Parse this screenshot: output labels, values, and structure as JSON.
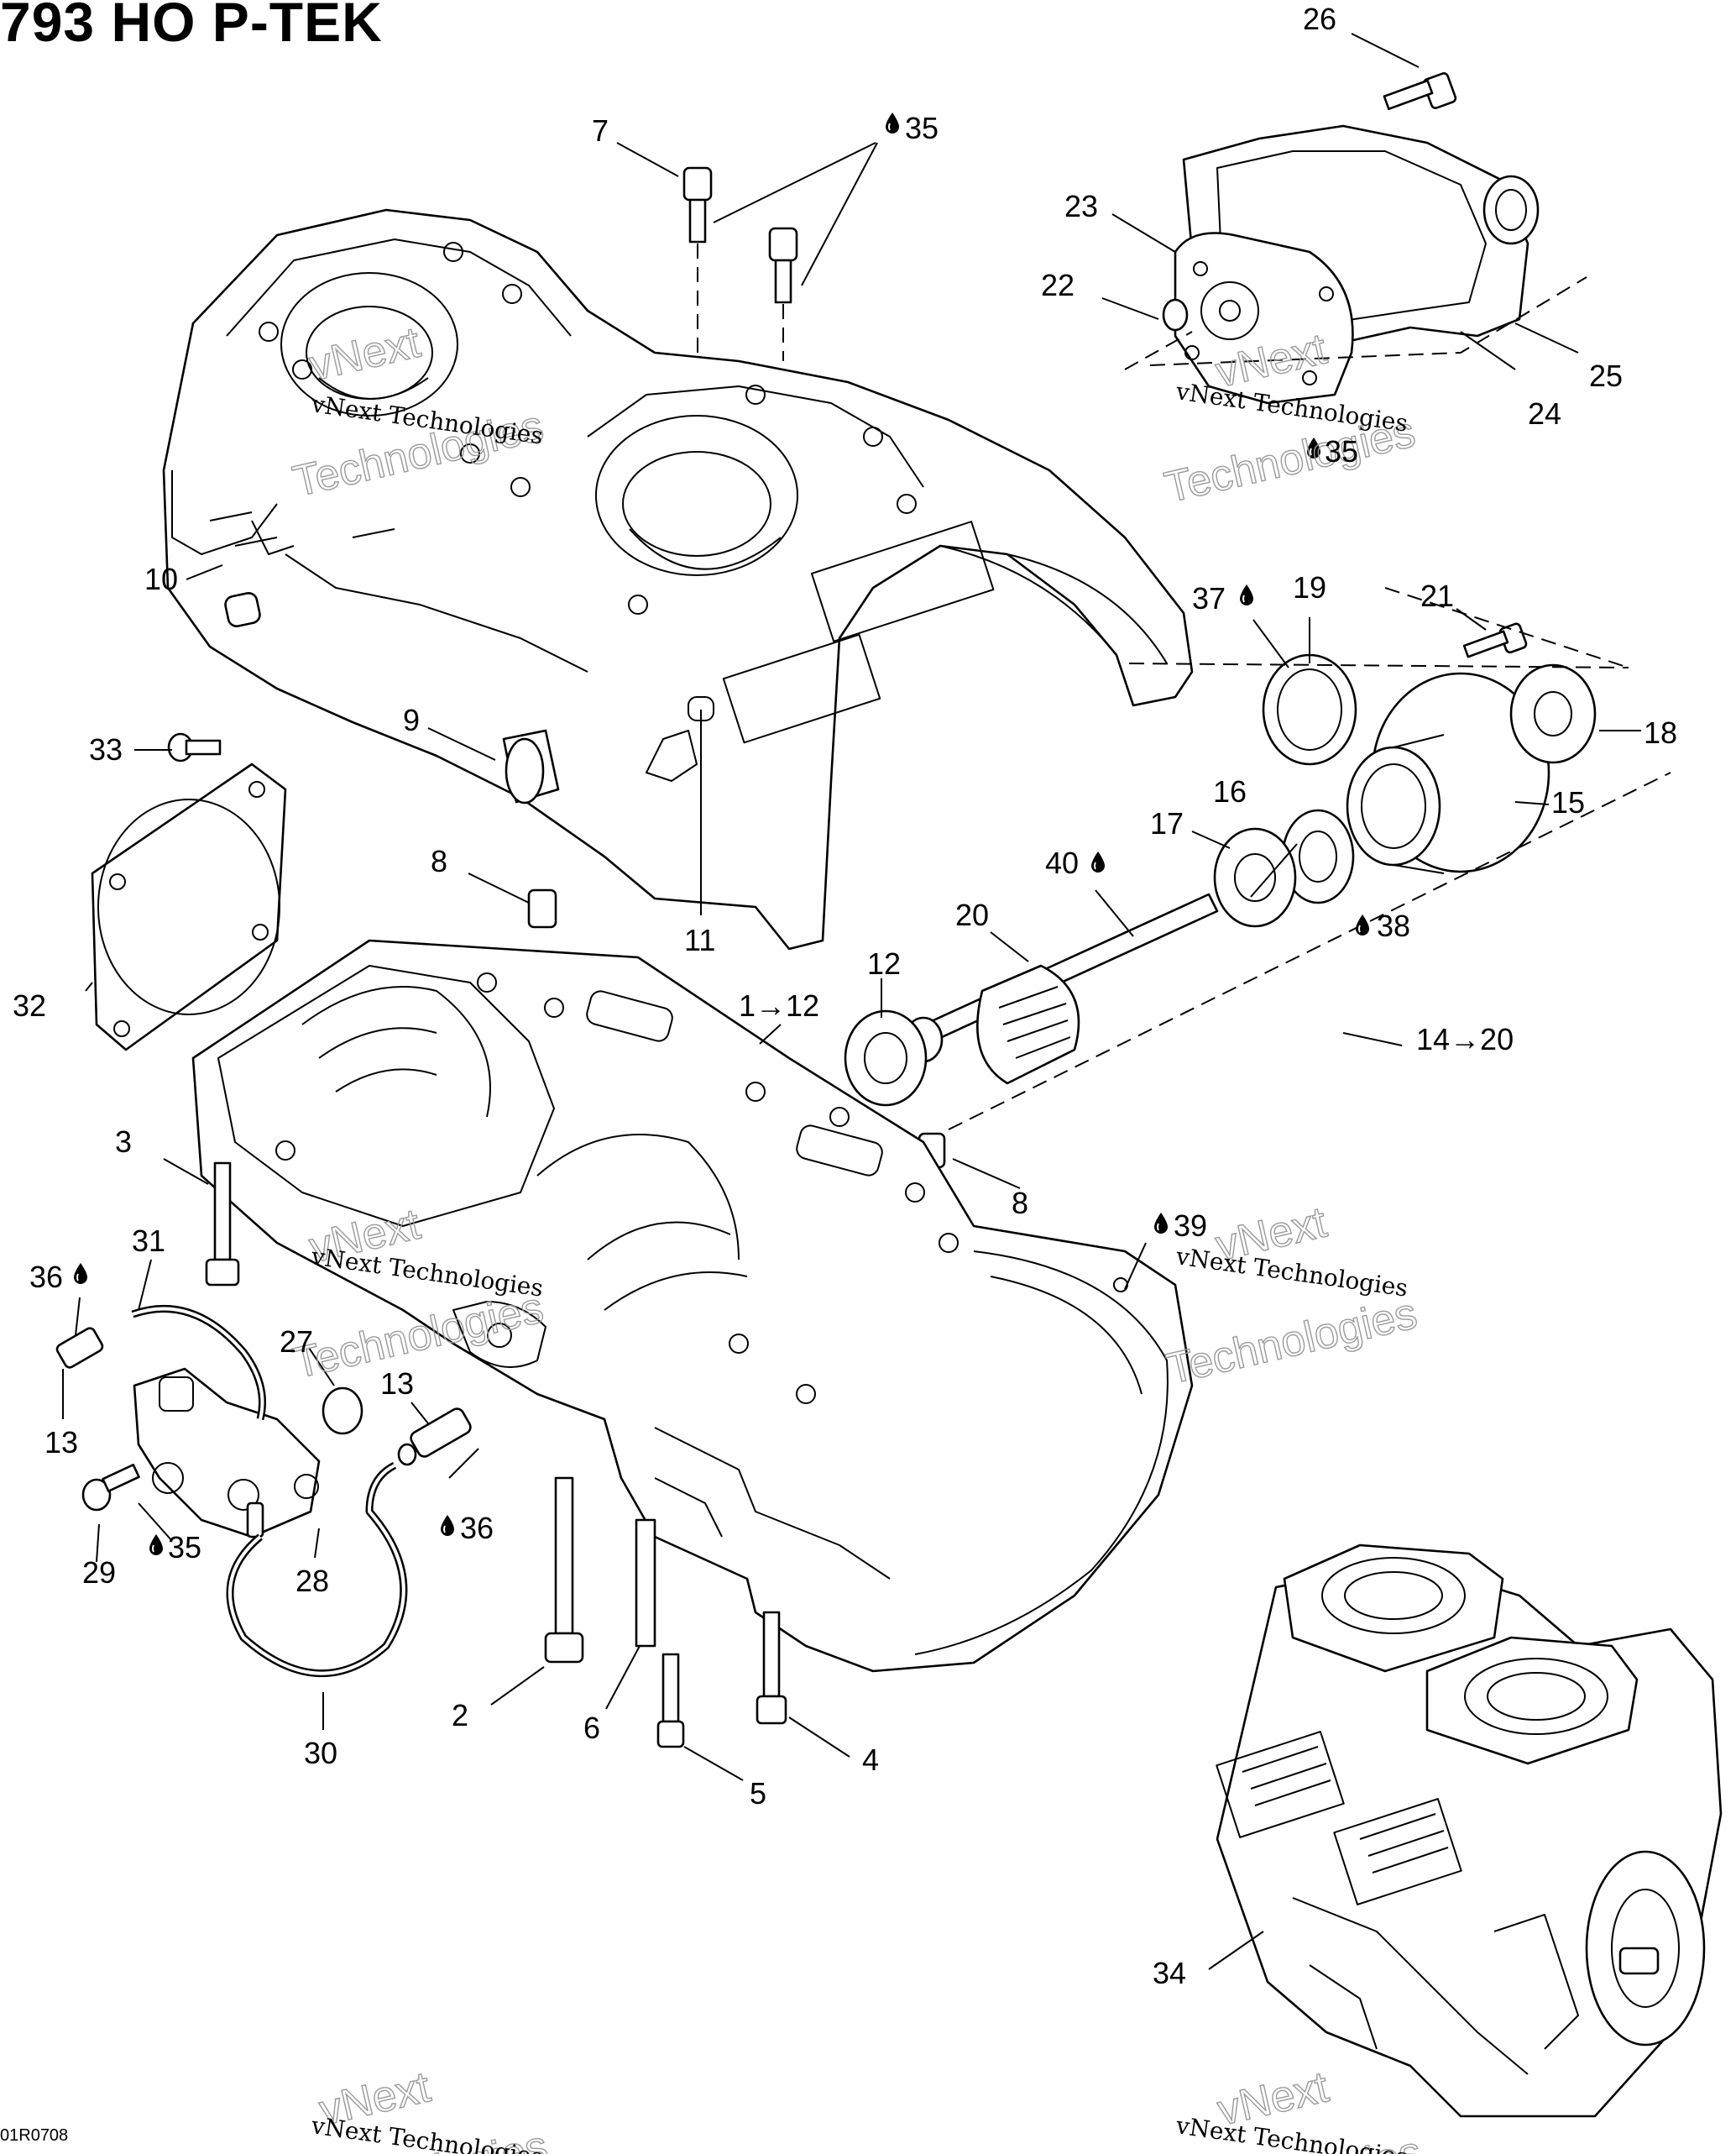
{
  "title": "793 HO P-TEK",
  "figure_code": "01R0708",
  "watermark": {
    "line1": "vNext Technologies",
    "outline1": "vNext",
    "outline2": "Technologies"
  },
  "callouts": {
    "c1": "1→12",
    "c2": "2",
    "c3": "3",
    "c4": "4",
    "c5": "5",
    "c6": "6",
    "c7": "7",
    "c8a": "8",
    "c8b": "8",
    "c9": "9",
    "c10": "10",
    "c11": "11",
    "c12": "12",
    "c13a": "13",
    "c13b": "13",
    "c14": "14→20",
    "c15": "15",
    "c16": "16",
    "c17": "17",
    "c18": "18",
    "c19": "19",
    "c20": "20",
    "c21": "21",
    "c22": "22",
    "c23": "23",
    "c24": "24",
    "c25": "25",
    "c26": "26",
    "c27": "27",
    "c28": "28",
    "c29": "29",
    "c30": "30",
    "c31": "31",
    "c32": "32",
    "c33": "33",
    "c34": "34",
    "c35a": "35",
    "c35b": "35",
    "c35c": "35",
    "c36a": "36",
    "c36b": "36",
    "c37": "37",
    "c38": "38",
    "c39": "39",
    "c40": "40"
  }
}
